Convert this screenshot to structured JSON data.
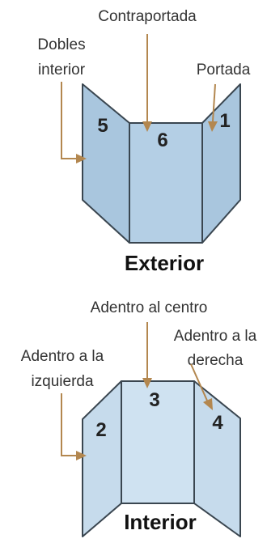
{
  "colors": {
    "exterior_fill": "#a9c6de",
    "exterior_center_fill": "#b4cfe5",
    "interior_fill": "#c6dbec",
    "interior_center_fill": "#cfe2f1",
    "outline": "#3a4650",
    "arrow": "#b3874f"
  },
  "exterior": {
    "title": "Exterior",
    "labels": {
      "back_cover": "Contraportada",
      "inner_flap_line1": "Dobles",
      "inner_flap_line2": "interior",
      "front_cover": "Portada"
    },
    "panels": {
      "left": "5",
      "center": "6",
      "right": "1"
    }
  },
  "interior": {
    "title": "Interior",
    "labels": {
      "center": "Adentro al centro",
      "right_line1": "Adentro a la",
      "right_line2": "derecha",
      "left_line1": "Adentro a la",
      "left_line2": "izquierda"
    },
    "panels": {
      "left": "2",
      "center": "3",
      "right": "4"
    }
  }
}
